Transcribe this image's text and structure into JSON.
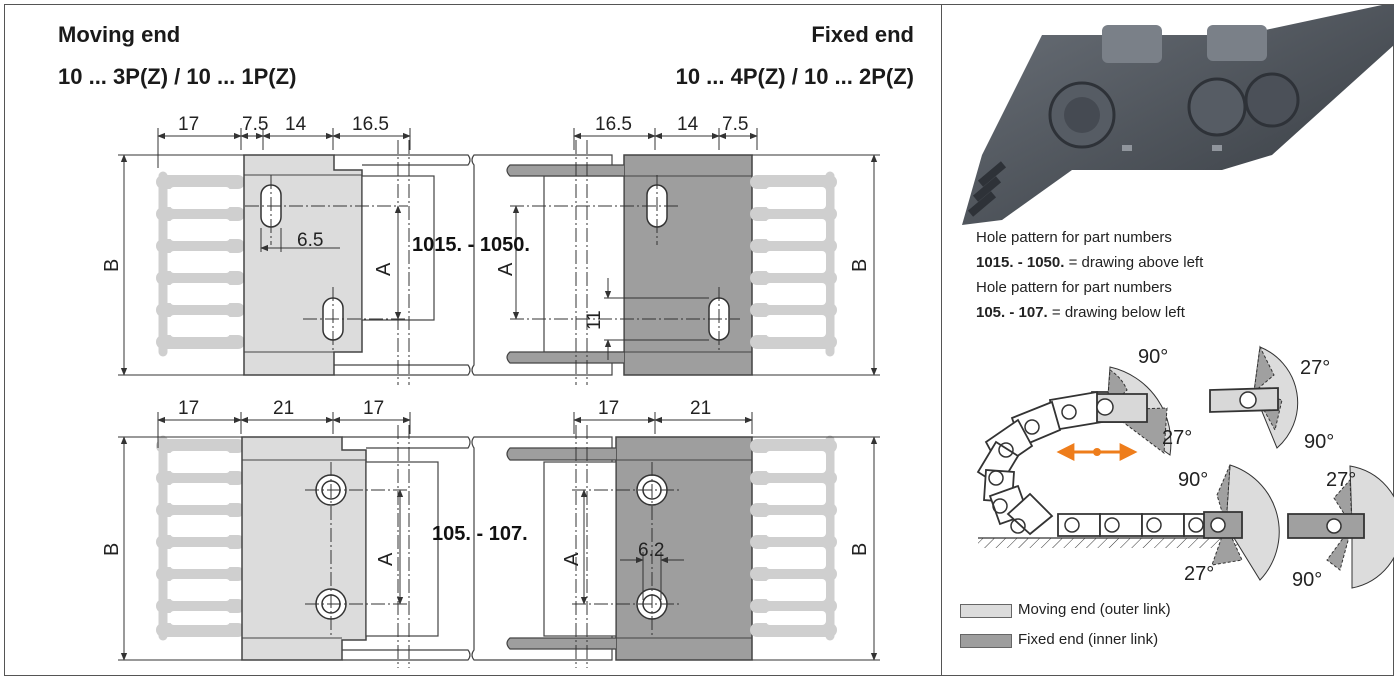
{
  "header": {
    "moving_end_title": "Moving end",
    "moving_end_series": "10 ... 3P(Z) / 10 ... 1P(Z)",
    "fixed_end_title": "Fixed end",
    "fixed_end_series": "10 ... 4P(Z) / 10 ... 2P(Z)"
  },
  "drawing_top": {
    "dims_left": [
      "17",
      "7.5",
      "14",
      "16.5"
    ],
    "dims_right": [
      "16.5",
      "14",
      "7.5"
    ],
    "slot_width": "6.5",
    "slot_height": "11",
    "center_label": "1015. - 1050.",
    "label_A": "A",
    "label_B": "B"
  },
  "drawing_bottom": {
    "dims_left": [
      "17",
      "21",
      "17"
    ],
    "dims_right": [
      "17",
      "21"
    ],
    "hole_dia": "6.2",
    "center_label": "105. - 107.",
    "label_A": "A",
    "label_B": "B"
  },
  "notes": {
    "line1": "Hole pattern for part numbers",
    "line2_bold": "1015. - 1050.",
    "line2_rest": " = drawing above left",
    "line3": "Hole pattern for part numbers",
    "line4_bold": "105. - 107.",
    "line4_rest": " = drawing below left"
  },
  "angles": {
    "a1": "90°",
    "a2": "27°",
    "a3": "27°",
    "a4": "90°",
    "a5": "90°",
    "a6": "27°",
    "a7": "27°",
    "a8": "90°"
  },
  "legend": {
    "moving": "Moving end (outer link)",
    "fixed": "Fixed end (inner link)"
  },
  "colors": {
    "moving_fill": "#dcdcdc",
    "fixed_fill": "#9e9e9e",
    "accent_orange": "#ee7d1b",
    "photo_grey": "#4a5058"
  }
}
